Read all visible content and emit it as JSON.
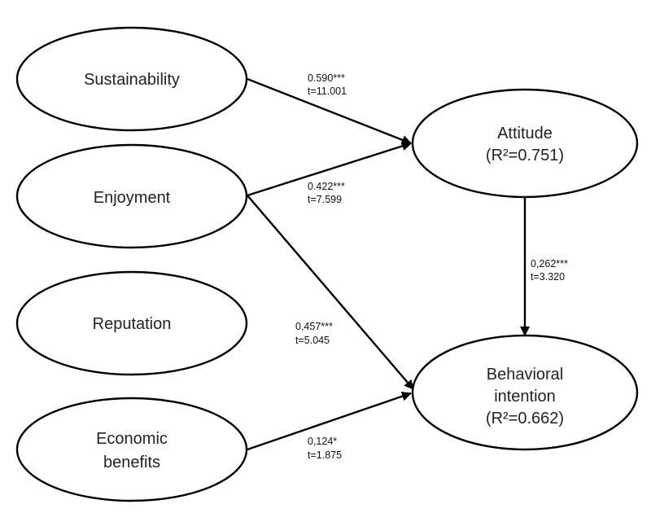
{
  "nodes": {
    "sustainability": {
      "lines": [
        "Sustainability"
      ]
    },
    "enjoyment": {
      "lines": [
        "Enjoyment"
      ]
    },
    "reputation": {
      "lines": [
        "Reputation"
      ]
    },
    "economic_benefits": {
      "lines": [
        "Economic",
        "benefits"
      ]
    },
    "attitude": {
      "lines": [
        "Attitude",
        "(R²=0.751)"
      ]
    },
    "behavioral_intention": {
      "lines": [
        "Behavioral",
        "intention",
        "(R²=0.662)"
      ]
    }
  },
  "paths": [
    {
      "from": "Sustainability",
      "to": "Attitude",
      "coef": "0.590***",
      "t": "t=11.001"
    },
    {
      "from": "Enjoyment",
      "to": "Attitude",
      "coef": "0.422***",
      "t": "t=7.599"
    },
    {
      "from": "Enjoyment",
      "to": "Behavioral intention",
      "coef": "0,457***",
      "t": "t=5.045"
    },
    {
      "from": "Economic benefits",
      "to": "Behavioral intention",
      "coef": "0,124*",
      "t": "t=1.875"
    },
    {
      "from": "Attitude",
      "to": "Behavioral intention",
      "coef": "0,262***",
      "t": "t=3.320"
    }
  ]
}
